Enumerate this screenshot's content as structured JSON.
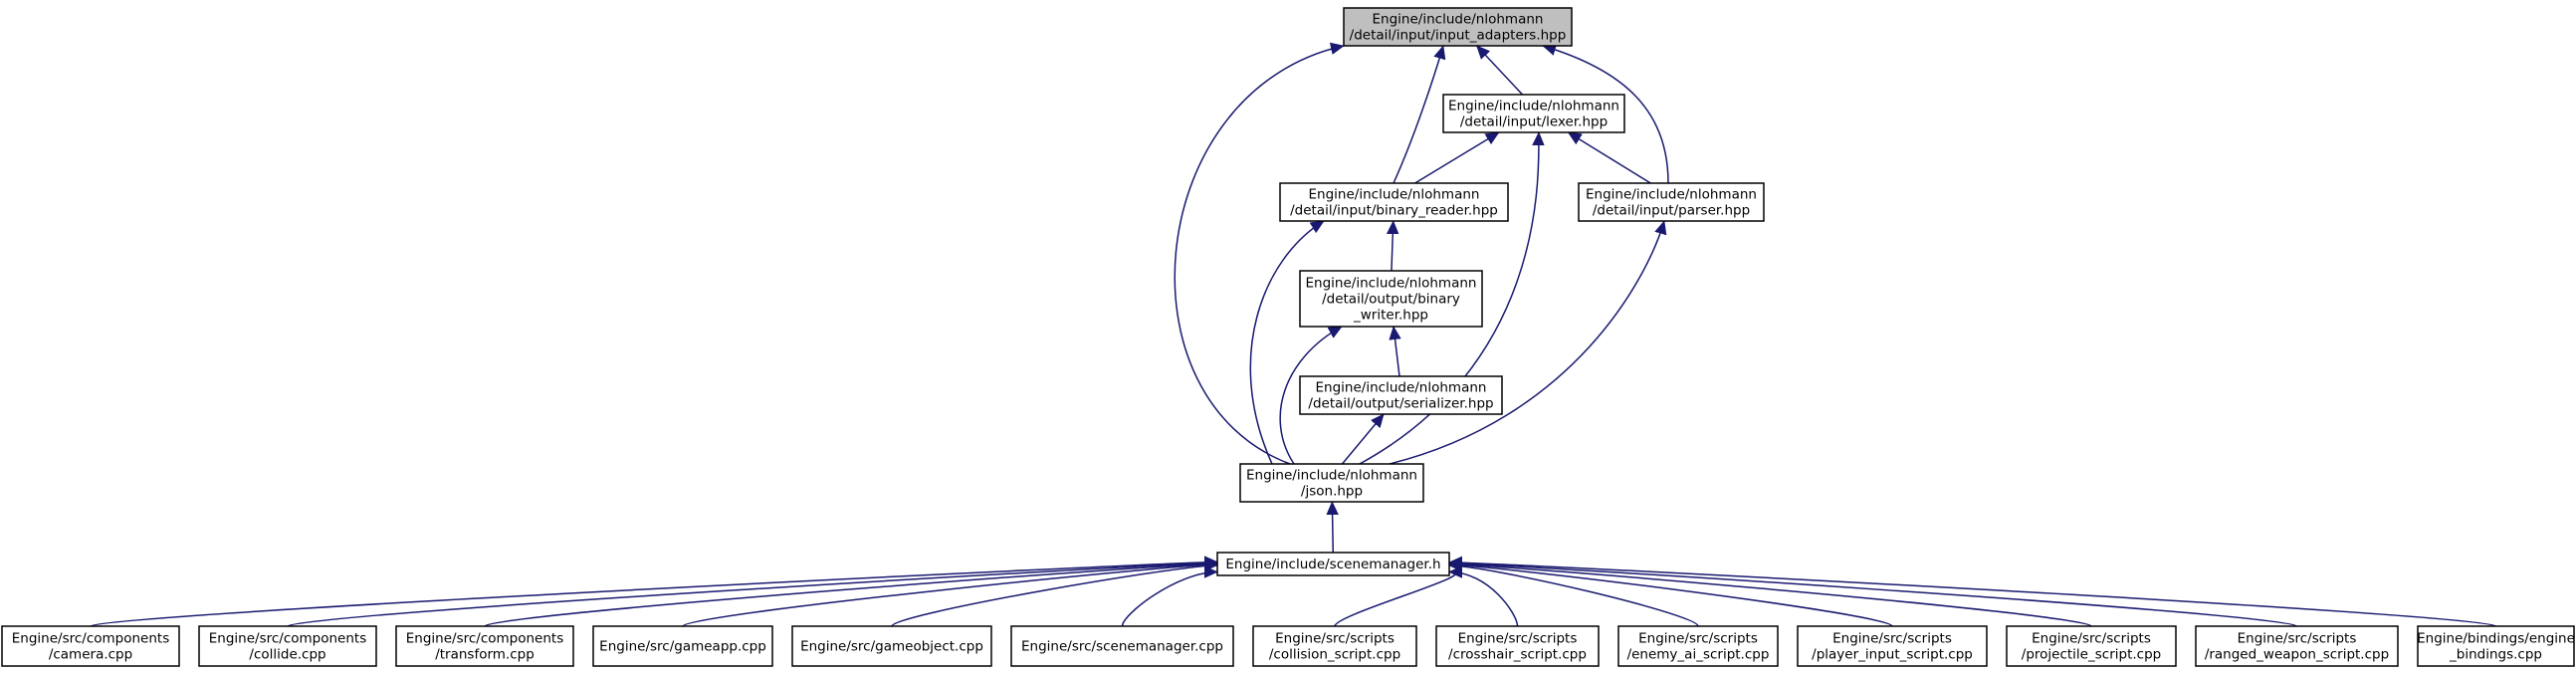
{
  "graph": {
    "nodes": [
      {
        "id": "input_adapters",
        "lines": [
          "Engine/include/nlohmann",
          "/detail/input/input_adapters.hpp"
        ],
        "current": true
      },
      {
        "id": "lexer",
        "lines": [
          "Engine/include/nlohmann",
          "/detail/input/lexer.hpp"
        ]
      },
      {
        "id": "binary_reader",
        "lines": [
          "Engine/include/nlohmann",
          "/detail/input/binary_reader.hpp"
        ]
      },
      {
        "id": "parser",
        "lines": [
          "Engine/include/nlohmann",
          "/detail/input/parser.hpp"
        ]
      },
      {
        "id": "binary_writer",
        "lines": [
          "Engine/include/nlohmann",
          "/detail/output/binary",
          "_writer.hpp"
        ]
      },
      {
        "id": "serializer",
        "lines": [
          "Engine/include/nlohmann",
          "/detail/output/serializer.hpp"
        ]
      },
      {
        "id": "json",
        "lines": [
          "Engine/include/nlohmann",
          "/json.hpp"
        ]
      },
      {
        "id": "scenemanager_h",
        "lines": [
          "Engine/include/scenemanager.h"
        ]
      },
      {
        "id": "camera",
        "lines": [
          "Engine/src/components",
          "/camera.cpp"
        ]
      },
      {
        "id": "collide",
        "lines": [
          "Engine/src/components",
          "/collide.cpp"
        ]
      },
      {
        "id": "transform",
        "lines": [
          "Engine/src/components",
          "/transform.cpp"
        ]
      },
      {
        "id": "gameapp",
        "lines": [
          "Engine/src/gameapp.cpp"
        ]
      },
      {
        "id": "gameobject",
        "lines": [
          "Engine/src/gameobject.cpp"
        ]
      },
      {
        "id": "scenemanager_cpp",
        "lines": [
          "Engine/src/scenemanager.cpp"
        ]
      },
      {
        "id": "collision_script",
        "lines": [
          "Engine/src/scripts",
          "/collision_script.cpp"
        ]
      },
      {
        "id": "crosshair_script",
        "lines": [
          "Engine/src/scripts",
          "/crosshair_script.cpp"
        ]
      },
      {
        "id": "enemy_ai_script",
        "lines": [
          "Engine/src/scripts",
          "/enemy_ai_script.cpp"
        ]
      },
      {
        "id": "player_input_script",
        "lines": [
          "Engine/src/scripts",
          "/player_input_script.cpp"
        ]
      },
      {
        "id": "projectile_script",
        "lines": [
          "Engine/src/scripts",
          "/projectile_script.cpp"
        ]
      },
      {
        "id": "ranged_weapon_script",
        "lines": [
          "Engine/src/scripts",
          "/ranged_weapon_script.cpp"
        ]
      },
      {
        "id": "engine_bindings",
        "lines": [
          "Engine/bindings/engine",
          "_bindings.cpp"
        ]
      }
    ],
    "edges": [
      {
        "from": "lexer",
        "to": "input_adapters"
      },
      {
        "from": "binary_reader",
        "to": "input_adapters"
      },
      {
        "from": "parser",
        "to": "input_adapters"
      },
      {
        "from": "json",
        "to": "input_adapters"
      },
      {
        "from": "binary_reader",
        "to": "lexer"
      },
      {
        "from": "parser",
        "to": "lexer"
      },
      {
        "from": "json",
        "to": "lexer"
      },
      {
        "from": "binary_writer",
        "to": "binary_reader"
      },
      {
        "from": "json",
        "to": "binary_reader"
      },
      {
        "from": "json",
        "to": "parser"
      },
      {
        "from": "serializer",
        "to": "binary_writer"
      },
      {
        "from": "json",
        "to": "binary_writer"
      },
      {
        "from": "json",
        "to": "serializer"
      },
      {
        "from": "scenemanager_h",
        "to": "json"
      },
      {
        "from": "camera",
        "to": "scenemanager_h"
      },
      {
        "from": "collide",
        "to": "scenemanager_h"
      },
      {
        "from": "transform",
        "to": "scenemanager_h"
      },
      {
        "from": "gameapp",
        "to": "scenemanager_h"
      },
      {
        "from": "gameobject",
        "to": "scenemanager_h"
      },
      {
        "from": "scenemanager_cpp",
        "to": "scenemanager_h"
      },
      {
        "from": "collision_script",
        "to": "scenemanager_h"
      },
      {
        "from": "crosshair_script",
        "to": "scenemanager_h"
      },
      {
        "from": "enemy_ai_script",
        "to": "scenemanager_h"
      },
      {
        "from": "player_input_script",
        "to": "scenemanager_h"
      },
      {
        "from": "projectile_script",
        "to": "scenemanager_h"
      },
      {
        "from": "ranged_weapon_script",
        "to": "scenemanager_h"
      },
      {
        "from": "engine_bindings",
        "to": "scenemanager_h"
      }
    ]
  }
}
